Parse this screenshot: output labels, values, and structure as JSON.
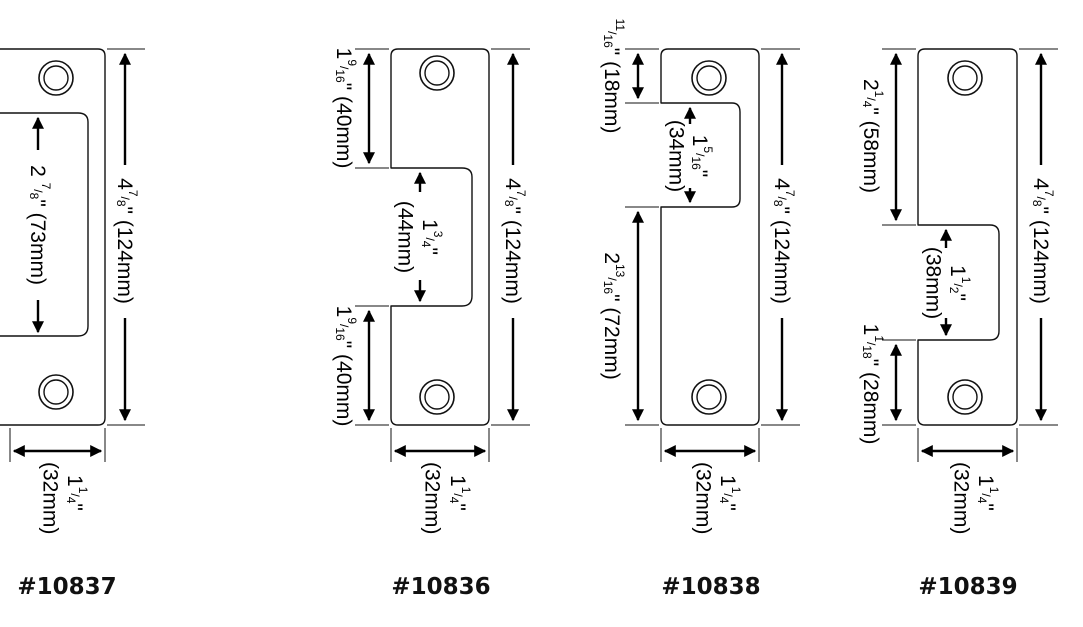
{
  "colors": {
    "line": "#111111",
    "arrow": "#000000",
    "background": "#ffffff"
  },
  "models": [
    "#10837",
    "#10836",
    "#10838",
    "#10839"
  ],
  "dims": {
    "p1_overall": {
      "whole": "4",
      "num": "7",
      "den": "8",
      "rest": "\" (124mm)"
    },
    "p1_gap": {
      "whole": "2 ",
      "num": "7",
      "den": "8",
      "rest": "\" (73mm)"
    },
    "p1_width_in": {
      "whole": "1",
      "num": "1",
      "den": "4",
      "rest": "\""
    },
    "p1_width_mm": "(32mm)",
    "p2_top": {
      "whole": "1",
      "num": "9",
      "den": "16",
      "rest": "\" (40mm)"
    },
    "p2_gap_in": {
      "whole": "1",
      "num": "3",
      "den": "4",
      "rest": "\""
    },
    "p2_gap_mm": "(44mm)",
    "p2_bottom": {
      "whole": "1",
      "num": "9",
      "den": "16",
      "rest": "\" (40mm)"
    },
    "p2_overall": {
      "whole": "4",
      "num": "7",
      "den": "8",
      "rest": "\" (124mm)"
    },
    "p2_width_in": {
      "whole": "1",
      "num": "1",
      "den": "4",
      "rest": "\""
    },
    "p2_width_mm": "(32mm)",
    "p3_top": {
      "whole": "",
      "num": "11",
      "den": "16",
      "rest": "\" (18mm)"
    },
    "p3_gap_in": {
      "whole": "1",
      "num": "5",
      "den": "16",
      "rest": "\""
    },
    "p3_gap_mm": "(34mm)",
    "p3_bottom": {
      "whole": "2",
      "num": "13",
      "den": "16",
      "rest": "\" (72mm)"
    },
    "p3_overall": {
      "whole": "4",
      "num": "7",
      "den": "8",
      "rest": "\" (124mm)"
    },
    "p3_width_in": {
      "whole": "1",
      "num": "1",
      "den": "4",
      "rest": "\""
    },
    "p3_width_mm": "(32mm)",
    "p4_top": {
      "whole": "2",
      "num": "1",
      "den": "4",
      "rest": "\" (58mm)"
    },
    "p4_gap_in": {
      "whole": "1",
      "num": "1",
      "den": "2",
      "rest": "\""
    },
    "p4_gap_mm": "(38mm)",
    "p4_bottom": {
      "whole": "1",
      "num": "1",
      "den": "18",
      "rest": "\" (28mm)"
    },
    "p4_overall": {
      "whole": "4",
      "num": "7",
      "den": "8",
      "rest": "\" (124mm)"
    },
    "p4_width_in": {
      "whole": "1",
      "num": "1",
      "den": "4",
      "rest": "\""
    },
    "p4_width_mm": "(32mm)"
  }
}
